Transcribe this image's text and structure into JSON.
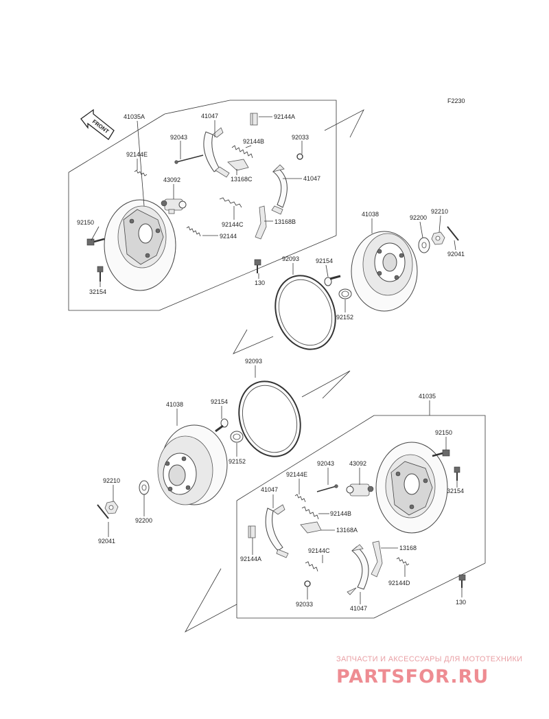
{
  "figure_code": "F2230",
  "front_badge": "FRONT",
  "labels": {
    "p41035A": "41035A",
    "p41047_top": "41047",
    "p92144A_top": "92144A",
    "p92043_top": "92043",
    "p92144B_top": "92144B",
    "p92033_top": "92033",
    "p92144E_top": "92144E",
    "p43092_top": "43092",
    "p13168C": "13168C",
    "p41047_top2": "41047",
    "p92150_top": "92150",
    "p92144C_top": "92144C",
    "p13168B": "13168B",
    "p92144": "92144",
    "p32154_top": "32154",
    "p130_top": "130",
    "p41038_top": "41038",
    "p92200_top": "92200",
    "p92210_top": "92210",
    "p92041_top": "92041",
    "p92093_top": "92093",
    "p92154_top": "92154",
    "p92152_top": "92152",
    "p92093_bot": "92093",
    "p41038_bot": "41038",
    "p92154_bot": "92154",
    "p41035": "41035",
    "p92150_bot": "92150",
    "p92152_bot": "92152",
    "p92043_bot": "92043",
    "p43092_bot": "43092",
    "p92144E_bot": "92144E",
    "p92210_bot": "92210",
    "p32154_bot": "32154",
    "p41047_bot": "41047",
    "p92144B_bot": "92144B",
    "p92200_bot": "92200",
    "p13168A": "13168A",
    "p92041_bot": "92041",
    "p92144A_bot": "92144A",
    "p92144C_bot": "92144C",
    "p13168": "13168",
    "p92144D": "92144D",
    "p92033_bot": "92033",
    "p41047_bot2": "41047",
    "p130_bot": "130"
  },
  "watermark": {
    "tagline": "ЗАПЧАСТИ И АКСЕССУАРЫ ДЛЯ МОТОТЕХНИКИ",
    "brand": "PARTSFOR.RU"
  },
  "colors": {
    "line": "#333333",
    "watermark": "#ee8c92"
  }
}
